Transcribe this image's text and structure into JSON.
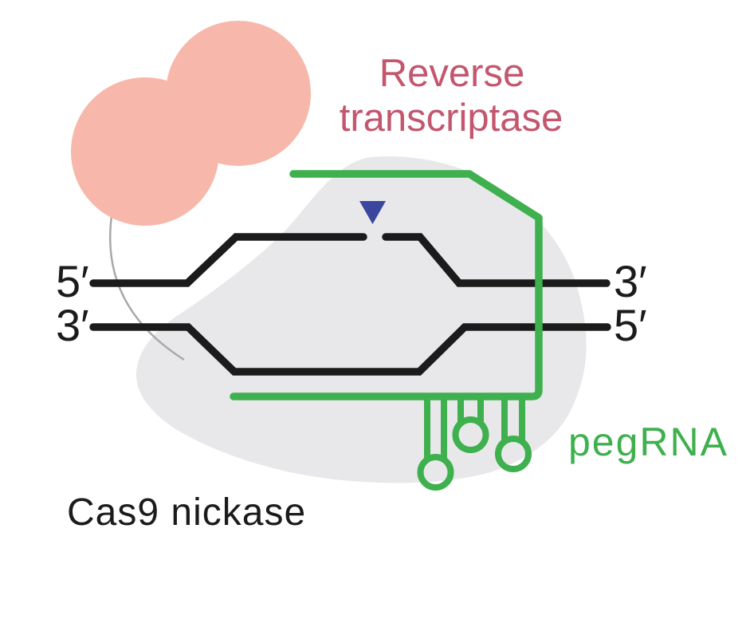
{
  "colors": {
    "background": "#ffffff",
    "cas9_blob": "#e8e8ea",
    "rt_blob": "#f7b8ab",
    "rt_label": "#c4566e",
    "pegrna_green": "#3eb04d",
    "dna_black": "#1b1b1b",
    "nick_blue": "#3b479e",
    "tether_gray": "#a9a9a9"
  },
  "labels": {
    "reverse_transcriptase": {
      "line1": "Reverse",
      "line2": "transcriptase"
    },
    "cas9_nickase": "Cas9 nickase",
    "pegrna": "pegRNA",
    "dna_ends": {
      "top_left": "5′",
      "bottom_left": "3′",
      "top_right": "3′",
      "bottom_right": "5′"
    }
  },
  "icons": {
    "nick_site_marker": "▼"
  }
}
